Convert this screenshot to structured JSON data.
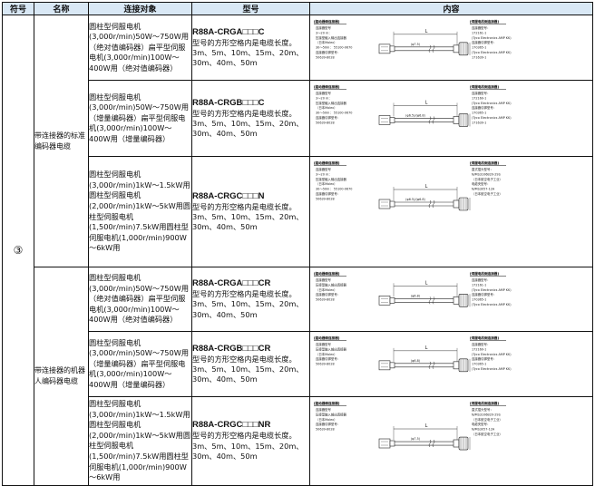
{
  "header": {
    "symbol": "符号",
    "name": "名称",
    "connection": "连接对象",
    "model": "型号",
    "content": "内容"
  },
  "group_symbol": "③",
  "groups": [
    {
      "name": "带连接器的标准编码器电缆"
    },
    {
      "name": "带连接器的机器人编码器电缆"
    }
  ],
  "rows": [
    {
      "connection": "圆柱型伺服电机(3,000r/min)50W～750W用（绝对值编码器）扁平型伺服电机(3,000r/min)100W～400W用（绝对值编码器）",
      "model_code": "R88A-CRGA□□□C",
      "model_desc": "型号的方形空格内是电缆长度。3m、5m、10m、15m、20m、30m、40m、50m",
      "drive_title": "[驱动器侧连接器]",
      "drive_lines": [
        "连接器型号",
        "3～20 m：",
        "压接型触入输出连接器",
        "（日本Molex）",
        "30～50m： 55100-0670",
        "连接器引脚型号：",
        "50639-8028"
      ],
      "motor_title": "[伺服电机侧连接器]",
      "motor_lines": [
        "连接器型号：",
        "172161-1",
        "(Tyco Electronics AMP KK)",
        "连接器引脚型号：",
        "170365-1",
        "(Tyco Electronics AMP KK)",
        "171639-1"
      ],
      "dim_label": "L",
      "dia_label": "(φ7.5)"
    },
    {
      "connection": "圆柱型伺服电机(3,000r/min)50W～750W用（增量编码器）扁平型伺服电机(3,000r/min)100W～400W用（增量编码器）",
      "model_code": "R88A-CRGB□□□C",
      "model_desc": "型号的方形空格内是电缆长度。3m、5m、10m、15m、20m、30m、40m、50m",
      "drive_title": "[驱动器侧连接器]",
      "drive_lines": [
        "连接器型号",
        "3～20 m：",
        "压接型触入输出连接器",
        "（日本Molex）",
        "30～50m： 55100-0670",
        "连接器引脚型号：",
        "50639-8028"
      ],
      "motor_title": "[伺服电机侧连接器]",
      "motor_lines": [
        "连接器型号：",
        "172160-1",
        "(Tyco Electronics AMP KK)",
        "连接器引脚型号：",
        "170365-1",
        "(Tyco Electronics AMP KK)",
        "171639-1"
      ],
      "dim_label": "L",
      "dia_label": "(φ6.5)/(φ6.8)"
    },
    {
      "connection": "圆柱型伺服电机(3,000r/min)1kW～1.5kW用圆柱型伺服电机(2,000r/min)1kW～5kW用圆柱型伺服电机(1,500r/min)7.5kW用圆柱型伺服电机(1,000r/min)900W～6kW用",
      "model_code": "R88A-CRGC□□□N",
      "model_desc": "型号的方形空格内是电缆长度。3m、5m、10m、15m、20m、30m、40m、50m",
      "drive_title": "[驱动器侧连接器]",
      "drive_lines": [
        "连接器型号",
        "3～20 m：",
        "压接型触入输出连接器",
        "（日本Molex）",
        "30～50m： 55100-0670",
        "连接器引脚型号：",
        "50639-8028"
      ],
      "motor_title": "[伺服电机侧连接器]",
      "motor_lines": [
        "直式插头型号：",
        "N/MS3106B20-29S",
        "（日本航空电子工业）",
        "电缆夹型号：",
        "N/MS3057-12A",
        "（日本航空电子工业）"
      ],
      "dim_label": "L",
      "dia_label": "(φ6.5)/(φ6.8)"
    },
    {
      "connection": "圆柱型伺服电机(3,000r/min)50W～750W用（绝对值编码器）扁平型伺服电机(3,000r/min)100W～400W用（绝对值编码器）",
      "model_code": "R88A-CRGA□□□CR",
      "model_desc": "型号的方形空格内是电缆长度。3m、5m、10m、15m、20m、30m、40m、50m",
      "drive_title": "[驱动器侧连接器]",
      "drive_lines": [
        "连接器型号",
        "压接型触入输出连接器",
        "（日本Molex）",
        "连接器引脚型号：",
        "50639-8028"
      ],
      "motor_title": "[伺服电机侧连接器]",
      "motor_lines": [
        "连接器型号：",
        "172161-1",
        "(Tyco Electronics AMP KK)",
        "连接器引脚型号：",
        "170365-1",
        "(Tyco Electronics AMP KK)"
      ],
      "dim_label": "L",
      "dia_label": "(φ6.8)"
    },
    {
      "connection": "圆柱型伺服电机(3,000r/min)50W～750W用（增量编码器）扁平型伺服电机(3,000r/min)100W～400W用（增量编码器）",
      "model_code": "R88A-CRGB□□□CR",
      "model_desc": "型号的方形空格内是电缆长度。3m、5m、10m、15m、20m、30m、40m、50m",
      "drive_title": "[驱动器侧连接器]",
      "drive_lines": [
        "连接器型号",
        "压接型触入输出连接器",
        "（日本Molex）",
        "连接器引脚型号：",
        "50639-8028"
      ],
      "motor_title": "[伺服电机侧连接器]",
      "motor_lines": [
        "连接器型号：",
        "172160-1",
        "(Tyco Electronics AMP KK)",
        "连接器引脚型号：",
        "170365-1",
        "(Tyco Electronics AMP KK)"
      ],
      "dim_label": "L",
      "dia_label": "(φ6.8)"
    },
    {
      "connection": "圆柱型伺服电机(3,000r/min)1kW～1.5kW用圆柱型伺服电机(2,000r/min)1kW～5kW用圆柱型伺服电机(1,500r/min)7.5kW用圆柱型伺服电机(1,000r/min)900W～6kW用",
      "model_code": "R88A-CRGC□□□NR",
      "model_desc": "型号的方形空格内是电缆长度。3m、5m、10m、15m、20m、30m、40m、50m",
      "drive_title": "[驱动器侧连接器]",
      "drive_lines": [
        "连接器型号",
        "压接型触入输出连接器",
        "（日本Molex）",
        "连接器引脚型号：",
        "50639-8028"
      ],
      "motor_title": "[伺服电机侧连接器]",
      "motor_lines": [
        "直式插头型号：",
        "N/MS3106B20-29S",
        "（日本航空电子工业）",
        "电缆夹型号：",
        "N/MS3057-12A",
        "（日本航空电子工业）"
      ],
      "dim_label": "L",
      "dia_label": "(φ7.5)"
    }
  ]
}
